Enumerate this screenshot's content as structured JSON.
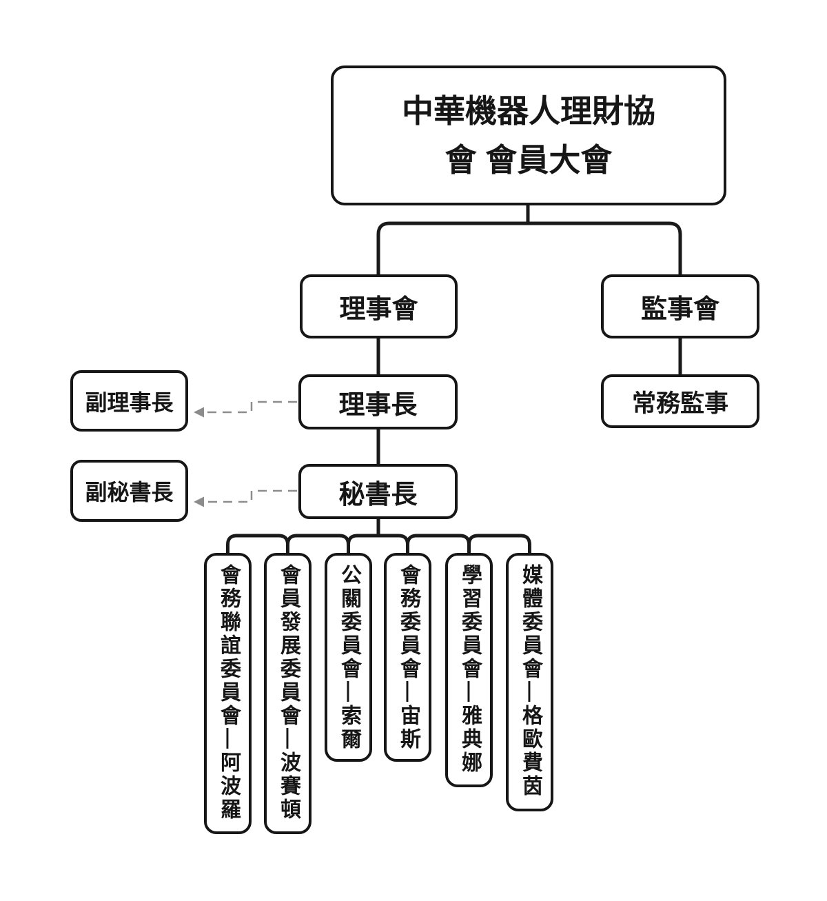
{
  "org_chart": {
    "colors": {
      "background": "#ffffff",
      "box_border": "#161616",
      "text": "#161616",
      "solid_connector": "#1a1a1a",
      "dashed_arrow": "#8c8c8c"
    },
    "nodes": {
      "assembly": {
        "label": "中華機器人理財協會 會員大會",
        "line1": "中華機器人理財協",
        "line2": "會 會員大會"
      },
      "board": {
        "label": "理事會"
      },
      "supervisory_board": {
        "label": "監事會"
      },
      "chairman": {
        "label": "理事長"
      },
      "vice_chairman": {
        "label": "副理事長"
      },
      "standing_supervisor": {
        "label": "常務監事"
      },
      "secretary_general": {
        "label": "秘書長"
      },
      "deputy_secretary_general": {
        "label": "副秘書長"
      },
      "committees": [
        {
          "label": "會務聯誼委員會—阿波羅"
        },
        {
          "label": "會員發展委員會—波賽頓"
        },
        {
          "label": "公關委員會—索爾"
        },
        {
          "label": "會務委員會—宙斯"
        },
        {
          "label": "學習委員會—雅典娜"
        },
        {
          "label": "媒體委員會—格歐費茵"
        }
      ]
    },
    "edges": {
      "solid": [
        "assembly → board",
        "assembly → supervisory_board",
        "board → chairman",
        "supervisory_board → standing_supervisor",
        "chairman → secretary_general",
        "secretary_general → committees[0]",
        "secretary_general → committees[1]",
        "secretary_general → committees[2]",
        "secretary_general → committees[3]",
        "secretary_general → committees[4]",
        "secretary_general → committees[5]"
      ],
      "dashed": [
        "chairman → vice_chairman",
        "secretary_general → deputy_secretary_general"
      ]
    }
  }
}
